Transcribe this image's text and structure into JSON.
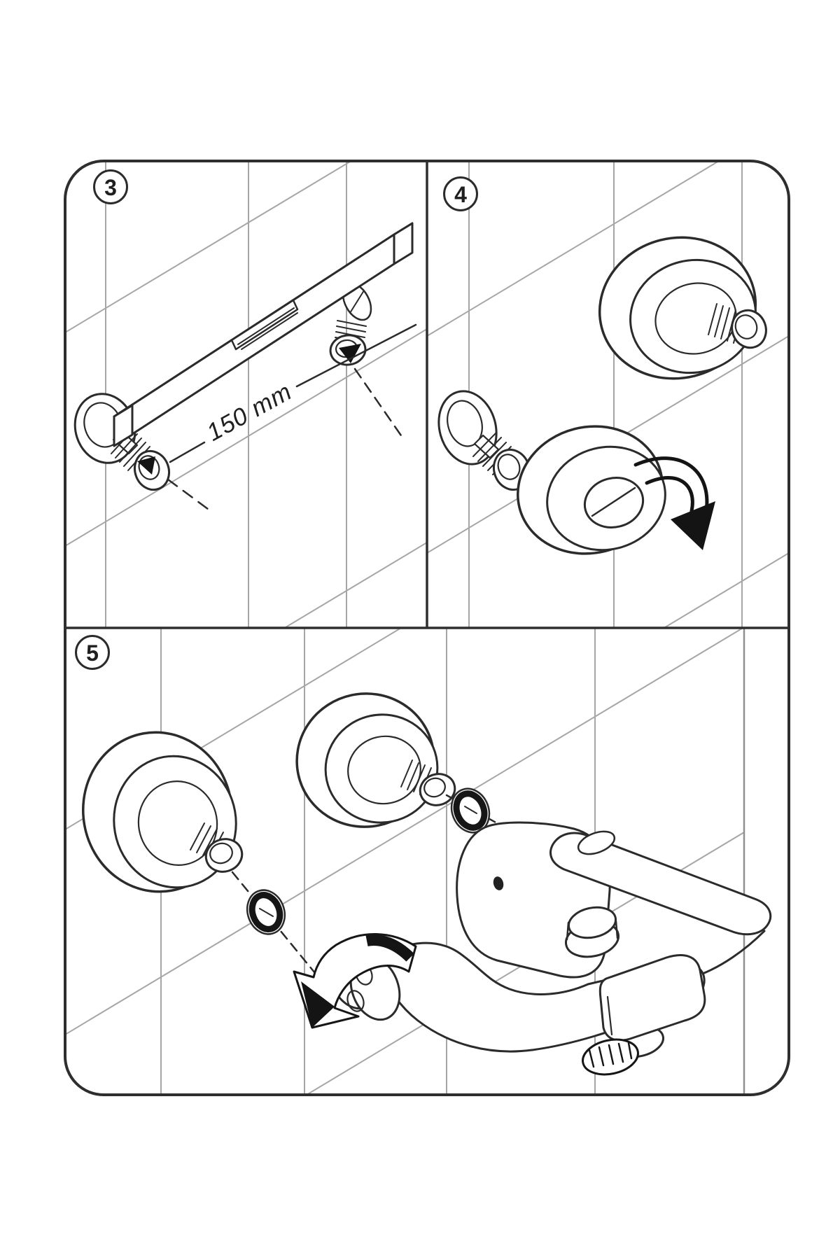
{
  "figure": {
    "background_color": "#ffffff",
    "line_color": "#2b2b2b",
    "tile_line_color": "#a6a6a6",
    "emphasis_color": "#141414",
    "steps": [
      {
        "number": "3",
        "dimension_label": "150 mm",
        "parts": [
          "spacing-gauge-bar",
          "s-union-left",
          "s-union-right"
        ]
      },
      {
        "number": "4",
        "parts": [
          "s-union",
          "escutcheon-with-s-union",
          "escutcheon-ring"
        ]
      },
      {
        "number": "5",
        "parts": [
          "escutcheon-with-s-union-upper",
          "escutcheon-with-s-union-lower",
          "gasket-upper",
          "gasket-lower",
          "bath-mixer-faucet"
        ]
      }
    ],
    "icons": [
      "step-3-badge",
      "step-4-badge",
      "step-5-badge",
      "insertion-arrow-icon",
      "alignment-dashed-line",
      "rotation-arrow-icon",
      "tighten-arrow-icon"
    ]
  }
}
